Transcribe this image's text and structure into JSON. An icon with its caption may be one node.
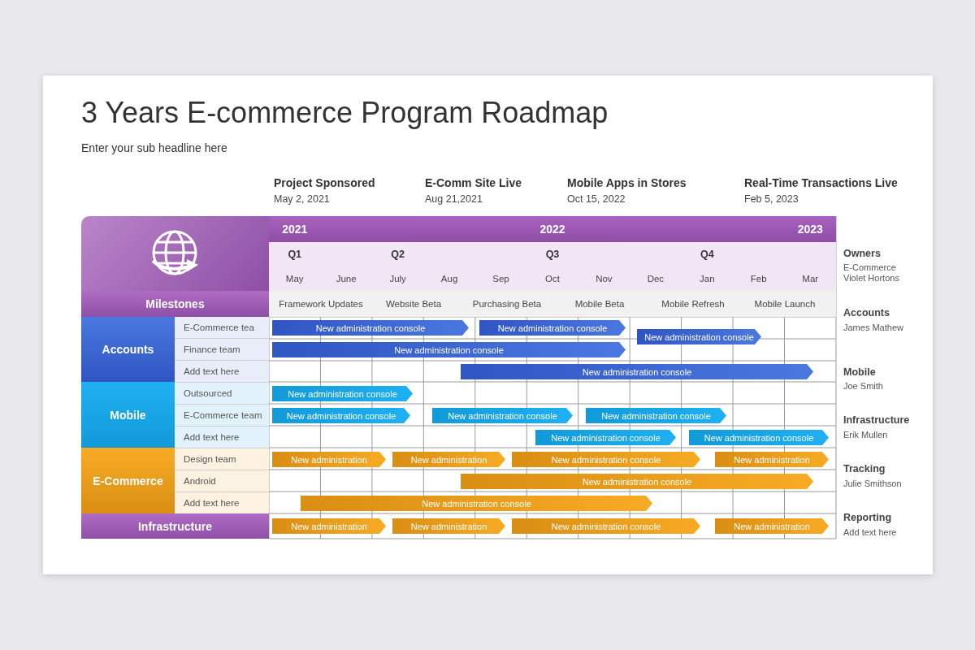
{
  "diagram": {
    "title": "3 Years E-commerce Program Roadmap",
    "nodes": [
      {
        "text": [
          "Milestones"
        ]
      },
      {
        "text": [
          "Accounts"
        ]
      },
      {
        "text": [
          "E-Commerce tea"
        ]
      },
      {
        "text": [
          "Finance team"
        ]
      },
      {
        "text": [
          "Add text here"
        ]
      },
      {
        "text": [
          "Mobile"
        ]
      },
      {
        "text": [
          "Outsourced"
        ]
      },
      {
        "text": [
          "E-Commerce team"
        ]
      },
      {
        "text": [
          "Add text here"
        ]
      },
      {
        "text": [
          "E-Commerce"
        ]
      },
      {
        "text": [
          "Design team"
        ]
      },
      {
        "text": [
          "Android"
        ]
      },
      {
        "text": [
          "Add text here"
        ]
      },
      {
        "text": [
          "Infrastructure"
        ]
      },
      {
        "text": [
          "New administration console"
        ]
      },
      {
        "text": [
          "New administration console"
        ]
      },
      {
        "text": [
          "New administration console"
        ]
      },
      {
        "text": [
          "New administration console"
        ]
      },
      {
        "text": [
          "New administration console"
        ]
      },
      {
        "text": [
          "New administration console"
        ]
      },
      {
        "text": [
          "New administration console"
        ]
      },
      {
        "text": [
          "New administration console"
        ]
      },
      {
        "text": [
          "New administration console"
        ]
      },
      {
        "text": [
          "New administration console"
        ]
      },
      {
        "text": [
          "New administration console"
        ]
      },
      {
        "text": [
          "New administration"
        ]
      },
      {
        "text": [
          "New administration"
        ]
      },
      {
        "text": [
          "New administration console"
        ]
      },
      {
        "text": [
          "New administration"
        ]
      },
      {
        "text": [
          "New administration console"
        ]
      },
      {
        "text": [
          "New administration console"
        ]
      },
      {
        "text": [
          "New administration"
        ]
      },
      {
        "text": [
          "New administration"
        ]
      },
      {
        "text": [
          "New administration console"
        ]
      },
      {
        "text": [
          "New administration"
        ]
      }
    ],
    "labels": [
      "Enter your sub headline here",
      "Project Sponsored",
      "May 2, 2021",
      "E-Comm Site Live",
      "Aug 21,2021",
      "Mobile Apps in Stores",
      "Oct 15, 2022",
      "Real-Time Transactions Live",
      "Feb 5, 2023",
      "2021",
      "2022",
      "2023",
      "Q1",
      "Q2",
      "Q3",
      "Q4",
      "May",
      "June",
      "July",
      "Aug",
      "Sep",
      "Oct",
      "Nov",
      "Dec",
      "Jan",
      "Feb",
      "Mar",
      "Framework Updates",
      "Website Beta",
      "Purchasing Beta",
      "Mobile Beta",
      "Mobile Refresh",
      "Mobile Launch",
      "Owners",
      "E-Commerce Violet Hortons",
      "Accounts",
      "James Mathew",
      "Mobile",
      "Joe Smith",
      "Infrastructure",
      "Erik Mullen",
      "Tracking",
      "Julie Smithson",
      "Reporting",
      "Add text here"
    ]
  }
}
